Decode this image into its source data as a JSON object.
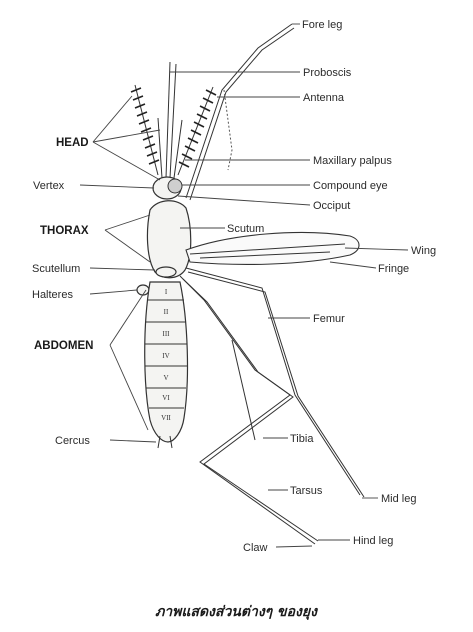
{
  "labels": {
    "fore_leg": "Fore leg",
    "proboscis": "Proboscis",
    "antenna": "Antenna",
    "maxillary_palpus": "Maxillary palpus",
    "compound_eye": "Compound eye",
    "occiput": "Occiput",
    "scutum": "Scutum",
    "wing": "Wing",
    "fringe": "Fringe",
    "femur": "Femur",
    "tibia": "Tibia",
    "tarsus": "Tarsus",
    "mid_leg": "Mid leg",
    "hind_leg": "Hind leg",
    "claw": "Claw",
    "head": "HEAD",
    "vertex": "Vertex",
    "thorax": "THORAX",
    "scutellum": "Scutellum",
    "halteres": "Halteres",
    "abdomen": "ABDOMEN",
    "cercus": "Cercus"
  },
  "segments": [
    "I",
    "II",
    "III",
    "IV",
    "V",
    "VI",
    "VII"
  ],
  "caption": "ภาพแสดงส่วนต่างๆ ของยุง"
}
